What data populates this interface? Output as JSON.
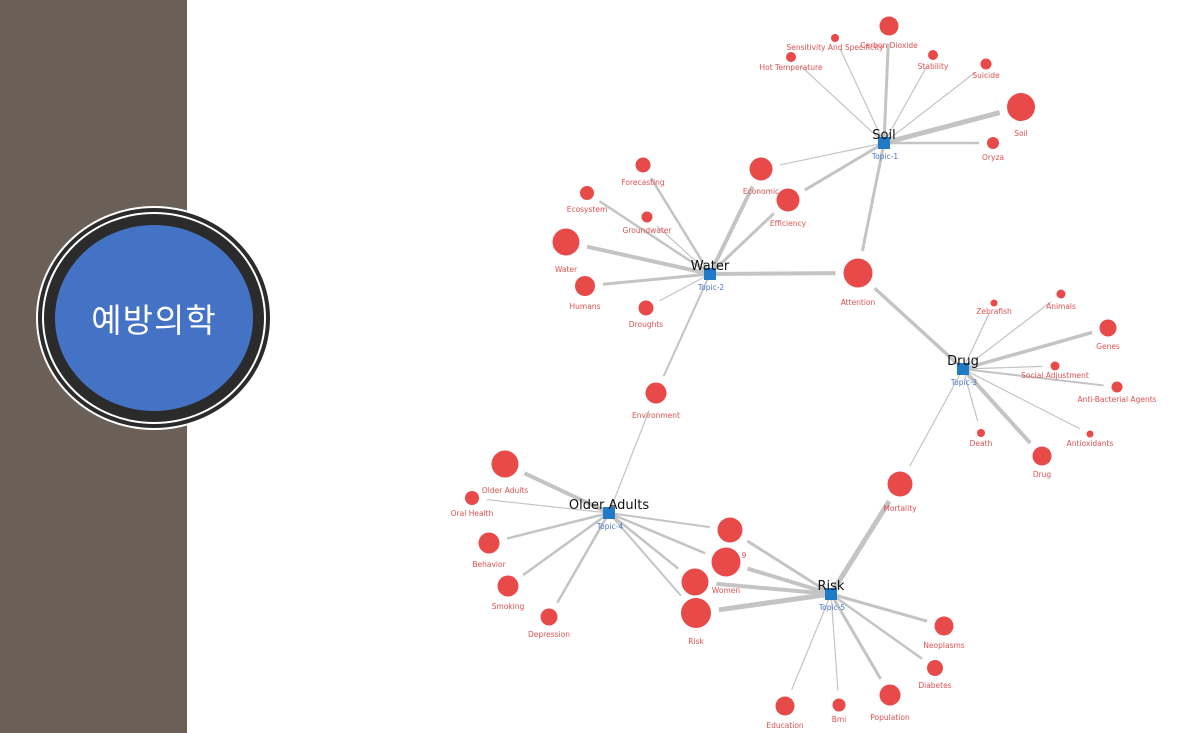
{
  "sidebar": {
    "title": "예방의학"
  },
  "colors": {
    "sidebar_bg": "#6b6058",
    "badge_blue": "#4472c4",
    "node_red": "#e84a4a",
    "topic_blue": "#1f7bc8",
    "edge_gray": "#c4c4c4"
  },
  "topics": [
    {
      "key": "t1",
      "name": "Soil",
      "id_label": "Topic-1"
    },
    {
      "key": "t2",
      "name": "Water",
      "id_label": "Topic-2"
    },
    {
      "key": "t3",
      "name": "Drug",
      "id_label": "Topic-3"
    },
    {
      "key": "t4",
      "name": "Older Adults",
      "id_label": "Topic-4"
    },
    {
      "key": "t5",
      "name": "Risk",
      "id_label": "Topic-5"
    }
  ],
  "nodes": [
    {
      "key": "carbon-dioxide",
      "label": "Carbon Dioxide"
    },
    {
      "key": "sensitivity",
      "label": "Sensitivity And Specificity"
    },
    {
      "key": "hot-temp",
      "label": "Hot Temperature"
    },
    {
      "key": "stability",
      "label": "Stability"
    },
    {
      "key": "suicide",
      "label": "Suicide"
    },
    {
      "key": "soil",
      "label": "Soil"
    },
    {
      "key": "oryza",
      "label": "Oryza"
    },
    {
      "key": "economic",
      "label": "Economic"
    },
    {
      "key": "efficiency",
      "label": "Efficiency"
    },
    {
      "key": "forecasting",
      "label": "Forecasting"
    },
    {
      "key": "ecosystem",
      "label": "Ecosystem"
    },
    {
      "key": "groundwater",
      "label": "Groundwater"
    },
    {
      "key": "water",
      "label": "Water"
    },
    {
      "key": "humans",
      "label": "Humans"
    },
    {
      "key": "droughts",
      "label": "Droughts"
    },
    {
      "key": "attention",
      "label": "Attention"
    },
    {
      "key": "zebrafish",
      "label": "Zebrafish"
    },
    {
      "key": "animals",
      "label": "Animals"
    },
    {
      "key": "genes",
      "label": "Genes"
    },
    {
      "key": "social-adjustment",
      "label": "Social Adjustment"
    },
    {
      "key": "anti-bacterial",
      "label": "Anti-Bacterial Agents"
    },
    {
      "key": "antioxidants",
      "label": "Antioxidants"
    },
    {
      "key": "death",
      "label": "Death"
    },
    {
      "key": "drug",
      "label": "Drug"
    },
    {
      "key": "environment",
      "label": "Environment"
    },
    {
      "key": "mortality",
      "label": "Mortality"
    },
    {
      "key": "older-adults",
      "label": "Older Adults"
    },
    {
      "key": "oral-health",
      "label": "Oral Health"
    },
    {
      "key": "behavior",
      "label": "Behavior"
    },
    {
      "key": "smoking",
      "label": "Smoking"
    },
    {
      "key": "depression",
      "label": "Depression"
    },
    {
      "key": "covid",
      "label": "9"
    },
    {
      "key": "women",
      "label": "Women"
    },
    {
      "key": "men",
      "label": ""
    },
    {
      "key": "risk",
      "label": "Risk"
    },
    {
      "key": "neoplasms",
      "label": "Neoplasms"
    },
    {
      "key": "diabetes",
      "label": "Diabetes"
    },
    {
      "key": "population",
      "label": "Population"
    },
    {
      "key": "bmi",
      "label": "Bmi"
    },
    {
      "key": "education",
      "label": "Education"
    }
  ],
  "links": [
    {
      "from": "t1",
      "to": "carbon-dioxide"
    },
    {
      "from": "t1",
      "to": "sensitivity"
    },
    {
      "from": "t1",
      "to": "hot-temp"
    },
    {
      "from": "t1",
      "to": "stability"
    },
    {
      "from": "t1",
      "to": "suicide"
    },
    {
      "from": "t1",
      "to": "soil"
    },
    {
      "from": "t1",
      "to": "oryza"
    },
    {
      "from": "t1",
      "to": "economic"
    },
    {
      "from": "t1",
      "to": "efficiency"
    },
    {
      "from": "t1",
      "to": "attention"
    },
    {
      "from": "t2",
      "to": "economic"
    },
    {
      "from": "t2",
      "to": "efficiency"
    },
    {
      "from": "t2",
      "to": "forecasting"
    },
    {
      "from": "t2",
      "to": "ecosystem"
    },
    {
      "from": "t2",
      "to": "groundwater"
    },
    {
      "from": "t2",
      "to": "water"
    },
    {
      "from": "t2",
      "to": "humans"
    },
    {
      "from": "t2",
      "to": "droughts"
    },
    {
      "from": "t2",
      "to": "attention"
    },
    {
      "from": "t2",
      "to": "environment"
    },
    {
      "from": "t3",
      "to": "attention"
    },
    {
      "from": "t3",
      "to": "zebrafish"
    },
    {
      "from": "t3",
      "to": "animals"
    },
    {
      "from": "t3",
      "to": "genes"
    },
    {
      "from": "t3",
      "to": "social-adjustment"
    },
    {
      "from": "t3",
      "to": "anti-bacterial"
    },
    {
      "from": "t3",
      "to": "antioxidants"
    },
    {
      "from": "t3",
      "to": "death"
    },
    {
      "from": "t3",
      "to": "drug"
    },
    {
      "from": "t3",
      "to": "mortality"
    },
    {
      "from": "t4",
      "to": "environment"
    },
    {
      "from": "t4",
      "to": "older-adults"
    },
    {
      "from": "t4",
      "to": "oral-health"
    },
    {
      "from": "t4",
      "to": "behavior"
    },
    {
      "from": "t4",
      "to": "smoking"
    },
    {
      "from": "t4",
      "to": "depression"
    },
    {
      "from": "t4",
      "to": "covid"
    },
    {
      "from": "t4",
      "to": "women"
    },
    {
      "from": "t4",
      "to": "men"
    },
    {
      "from": "t4",
      "to": "risk"
    },
    {
      "from": "t5",
      "to": "covid"
    },
    {
      "from": "t5",
      "to": "women"
    },
    {
      "from": "t5",
      "to": "men"
    },
    {
      "from": "t5",
      "to": "risk"
    },
    {
      "from": "t5",
      "to": "mortality"
    },
    {
      "from": "t5",
      "to": "neoplasms"
    },
    {
      "from": "t5",
      "to": "diabetes"
    },
    {
      "from": "t5",
      "to": "population"
    },
    {
      "from": "t5",
      "to": "bmi"
    },
    {
      "from": "t5",
      "to": "education"
    }
  ]
}
